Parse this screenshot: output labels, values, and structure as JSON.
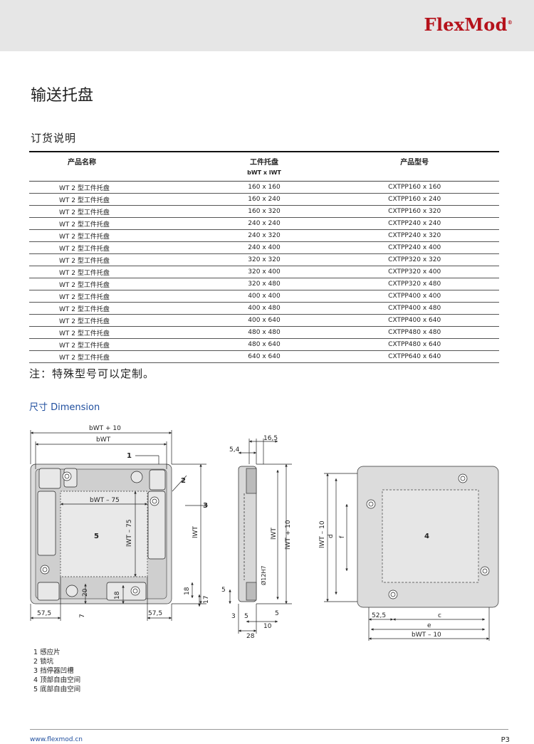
{
  "header": {
    "brand": "FlexMod",
    "brand_mark": "®"
  },
  "page": {
    "title": "输送托盘"
  },
  "order": {
    "title": "订货说明",
    "columns": {
      "name": "产品名称",
      "size": "工件托盘",
      "size_sub": "bWT x lWT",
      "model": "产品型号"
    },
    "rows": [
      {
        "name": "WT 2 型工件托盘",
        "size": "160 x 160",
        "model": "CXTPP160 x 160"
      },
      {
        "name": "WT 2 型工件托盘",
        "size": "160 x 240",
        "model": "CXTPP160 x 240"
      },
      {
        "name": "WT 2 型工件托盘",
        "size": "160 x 320",
        "model": "CXTPP160 x 320"
      },
      {
        "name": "WT 2 型工件托盘",
        "size": "240 x 240",
        "model": "CXTPP240 x 240"
      },
      {
        "name": "WT 2 型工件托盘",
        "size": "240 x 320",
        "model": "CXTPP240 x 320"
      },
      {
        "name": "WT 2 型工件托盘",
        "size": "240 x 400",
        "model": "CXTPP240 x 400"
      },
      {
        "name": "WT 2 型工件托盘",
        "size": "320 x 320",
        "model": "CXTPP320 x 320"
      },
      {
        "name": "WT 2 型工件托盘",
        "size": "320 x 400",
        "model": "CXTPP320 x 400"
      },
      {
        "name": "WT 2 型工件托盘",
        "size": "320 x 480",
        "model": "CXTPP320 x 480"
      },
      {
        "name": "WT 2 型工件托盘",
        "size": "400 x 400",
        "model": "CXTPP400 x 400"
      },
      {
        "name": "WT 2 型工件托盘",
        "size": "400 x 480",
        "model": "CXTPP400 x 480"
      },
      {
        "name": "WT 2 型工件托盘",
        "size": "400 x 640",
        "model": "CXTPP400 x 640"
      },
      {
        "name": "WT 2 型工件托盘",
        "size": "480 x 480",
        "model": "CXTPP480 x 480"
      },
      {
        "name": "WT 2 型工件托盘",
        "size": "480 x 640",
        "model": "CXTPP480 x 640"
      },
      {
        "name": "WT 2 型工件托盘",
        "size": "640 x 640",
        "model": "CXTPP640 x 640"
      }
    ],
    "note": "注：特殊型号可以定制。"
  },
  "dimension": {
    "title": "尺寸 Dimension",
    "labels": {
      "bwt10": "bWT + 10",
      "bwt": "bWT",
      "bwt75": "bWT – 75",
      "lwt75": "lWT – 75",
      "lwt": "lWT",
      "lwt10": "lWT + 10",
      "lwt10m": "lWT – 10",
      "bwt10m": "bWT – 10",
      "callout1": "1",
      "callout2": "2",
      "callout3": "3",
      "callout4": "4",
      "callout5": "5",
      "d575a": "57,5",
      "d575b": "57,5",
      "d20": "20",
      "d7": "7",
      "d18a": "18",
      "d18b": "18",
      "d17": "17",
      "d54": "5,4",
      "d165": "16,5",
      "hole": "Ø12H7",
      "d5a": "5",
      "d3": "3",
      "d5b": "5",
      "d5c": "5",
      "d10": "10",
      "d28": "28",
      "dd": "d",
      "df": "f",
      "d525": "52,5",
      "dc": "c",
      "de": "e"
    }
  },
  "legend": [
    "1 感应片",
    "2 锁坑",
    "3 挡停器凹槽",
    "4 顶部自由空间",
    "5 底部自由空间"
  ],
  "footer": {
    "url": "www.flexmod.cn",
    "page": "P3"
  },
  "colors": {
    "brand": "#b5121b",
    "accent": "#1f4e9e",
    "header_bg": "#e6e6e6"
  }
}
